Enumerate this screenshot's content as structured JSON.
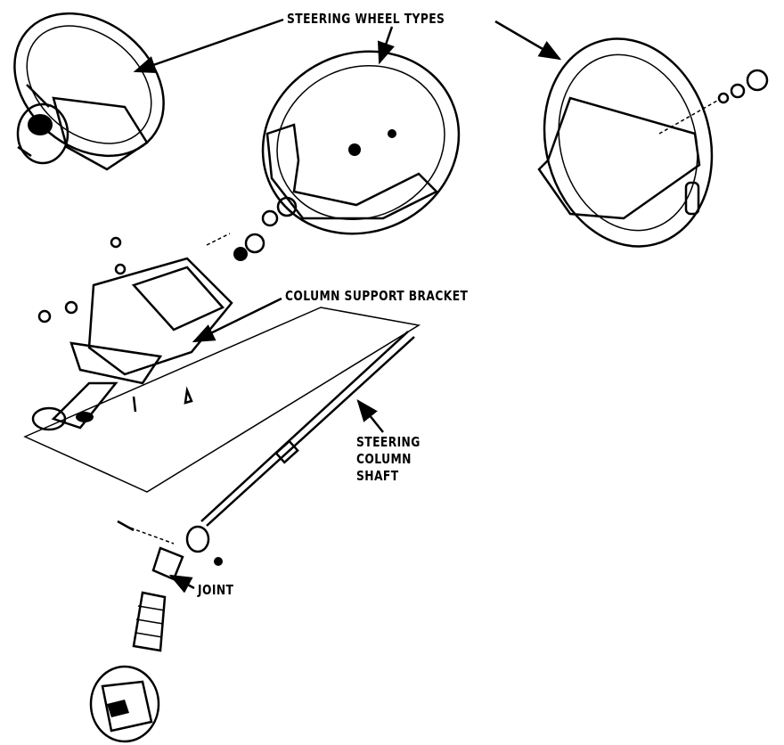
{
  "labels": {
    "steering_wheel_types": "STEERING WHEEL TYPES",
    "column_support_bracket": "COLUMN SUPPORT BRACKET",
    "steering_column_shaft": [
      "STEERING",
      "COLUMN",
      "SHAFT"
    ],
    "joint": "JOINT"
  }
}
